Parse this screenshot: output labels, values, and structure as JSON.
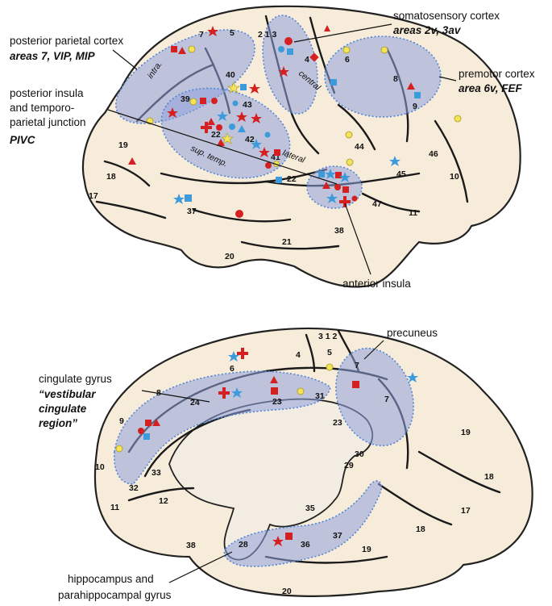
{
  "lateral_view": {
    "callouts": {
      "somatosensory_title": "somatosensory cortex",
      "somatosensory_areas": "areas 2v, 3av",
      "parietal_title": "posterior parietal cortex",
      "parietal_areas": "areas 7, VIP, MIP",
      "premotor_title": "premotor cortex",
      "premotor_areas": "area 6v, FEF",
      "insula_line1": "posterior insula",
      "insula_line2": "and temporo-",
      "insula_line3": "parietal junction",
      "insula_areas": "PIVC",
      "anterior_insula": "anterior insula"
    },
    "sulci": {
      "intra": "intra.",
      "central": "central",
      "sup_temp": "sup. temp.",
      "lateral": "lateral"
    },
    "areas": {
      "a7": "7",
      "a5": "5",
      "a213": "2 1 3",
      "a4": "4",
      "a6": "6",
      "a8": "8",
      "a9": "9",
      "a40": "40",
      "a39": "39",
      "a43": "43",
      "a42": "42",
      "a22a": "22",
      "a41": "41",
      "a22b": "22",
      "a44": "44",
      "a45": "45",
      "a46": "46",
      "a10": "10",
      "a47": "47",
      "a11": "11",
      "a19": "19",
      "a18": "18",
      "a17": "17",
      "a37": "37",
      "a21": "21",
      "a38": "38",
      "a20": "20"
    }
  },
  "medial_view": {
    "callouts": {
      "precuneus": "precuneus",
      "cingulate_title": "cingulate gyrus",
      "cingulate_q1": "“vestibular",
      "cingulate_q2": "cingulate",
      "cingulate_q3": "region”",
      "hippo_line1": "hippocampus and",
      "hippo_line2": "parahippocampal gyrus"
    },
    "areas": {
      "a312": "3 1 2",
      "a4": "4",
      "a5": "5",
      "a6": "6",
      "a7a": "7",
      "a7b": "7",
      "a8": "8",
      "a24": "24",
      "a23a": "23",
      "a31": "31",
      "a23b": "23",
      "a19a": "19",
      "a9": "9",
      "a10": "10",
      "a32": "32",
      "a33": "33",
      "a11": "11",
      "a12": "12",
      "a30": "30",
      "a29": "29",
      "a18a": "18",
      "a17": "17",
      "a35": "35",
      "a18b": "18",
      "a38": "38",
      "a28": "28",
      "a36": "36",
      "a37": "37",
      "a19b": "19",
      "a20": "20"
    }
  },
  "marker_colors": {
    "red": "#d42020",
    "blue": "#3d9bdc",
    "yellow": "#f3e35a"
  },
  "region_color": "#8fa3dd",
  "brain_color": "#f7ebd9"
}
